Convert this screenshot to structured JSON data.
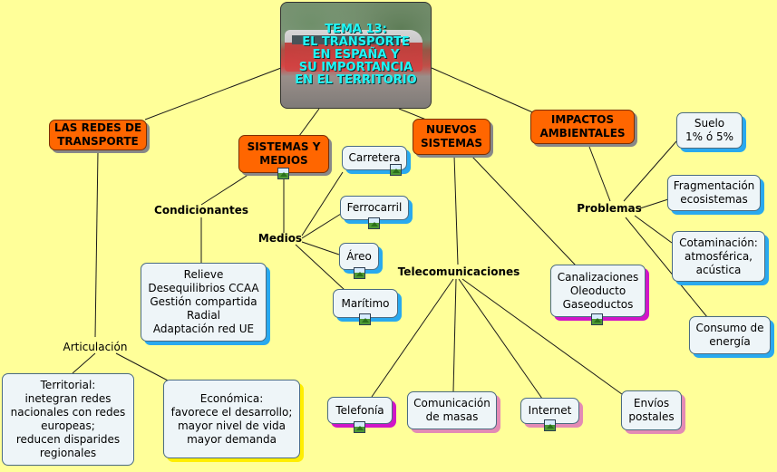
{
  "title": {
    "lines": [
      "TEMA 13:",
      "EL TRANSPORTE",
      "EN ESPAÑA Y",
      "SU IMPORTANCIA",
      "EN EL TERRITORIO"
    ]
  },
  "branches": {
    "redes": {
      "lines": [
        "LAS REDES DE",
        "TRANSPORTE"
      ]
    },
    "sistemas": {
      "lines": [
        "SISTEMAS Y",
        "MEDIOS"
      ]
    },
    "nuevos": {
      "lines": [
        "NUEVOS",
        "SISTEMAS"
      ]
    },
    "impactos": {
      "lines": [
        "IMPACTOS",
        "AMBIENTALES"
      ]
    }
  },
  "labels": {
    "condicionantes": "Condicionantes",
    "medios": "Medios",
    "articulacion": "Articulación",
    "telecomunicaciones": "Telecomunicaciones",
    "problemas": "Problemas"
  },
  "boxes": {
    "condicionantes_list": [
      "Relieve",
      "Desequilibrios CCAA",
      "Gestión compartida",
      "Radial",
      "Adaptación red UE"
    ],
    "territorial": [
      "Territorial:",
      "inetegran redes",
      "nacionales con redes",
      "europeas;",
      "reducen disparides",
      "regionales"
    ],
    "economica": [
      "Económica:",
      "favorece el desarrollo;",
      "mayor nivel de vida",
      "mayor demanda"
    ],
    "carretera": "Carretera",
    "ferrocarril": "Ferrocarril",
    "areo": "Áreo",
    "maritimo": "Marítimo",
    "canalizaciones": [
      "Canalizaciones",
      "Oleoducto",
      "Gaseoductos"
    ],
    "telefonia": "Telefonía",
    "comunicacion": [
      "Comunicación",
      "de masas"
    ],
    "internet": "Internet",
    "envios": [
      "Envíos",
      "postales"
    ],
    "suelo": [
      "Suelo",
      "1% ó 5%"
    ],
    "fragmentacion": [
      "Fragmentación",
      "ecosistemas"
    ],
    "contaminacion": [
      "Cotaminación:",
      "atmosférica,",
      "acústica"
    ],
    "consumo": [
      "Consumo de",
      "energía"
    ]
  },
  "colors": {
    "background": "#ffff99",
    "branch": "#ff6600",
    "box": "#eef5f8",
    "title_text": "#20f6f6"
  }
}
